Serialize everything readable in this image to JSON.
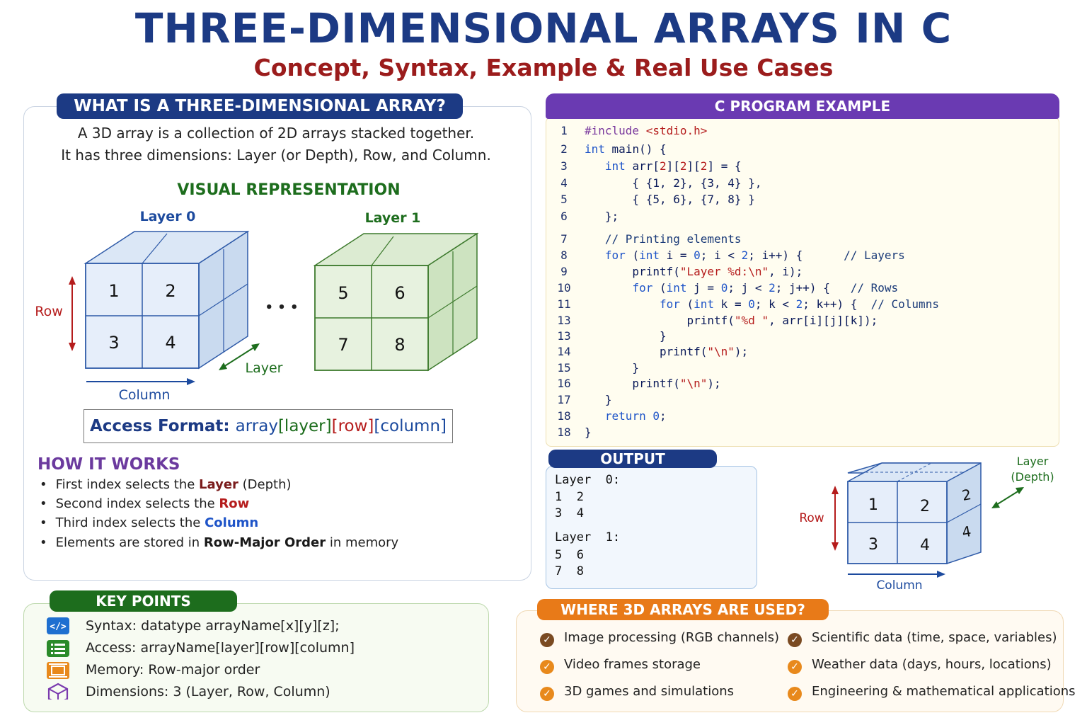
{
  "header": {
    "title": "THREE-DIMENSIONAL ARRAYS IN C",
    "subtitle": "Concept, Syntax, Example & Real Use Cases"
  },
  "what_section": {
    "banner": "WHAT IS A THREE-DIMENSIONAL ARRAY?",
    "intro_line_1": "A 3D array is a collection of 2D arrays stacked together.",
    "intro_line_2": "It has three dimensions: Layer (or Depth), Row, and Column.",
    "visual_heading": "VISUAL REPRESENTATION",
    "layer0_label": "Layer 0",
    "layer1_label": "Layer 1",
    "layer0_values": [
      "1",
      "2",
      "3",
      "4"
    ],
    "layer1_values": [
      "5",
      "6",
      "7",
      "8"
    ],
    "ellipsis": "• • •",
    "row_label": "Row",
    "column_label": "Column",
    "layer_label": "Layer",
    "access_prefix": "Access Format:",
    "access_array": "array",
    "access_layer": "[layer]",
    "access_row": "[row]",
    "access_column": "[column]"
  },
  "how_it_works": {
    "heading": "HOW IT WORKS",
    "items": [
      {
        "pre": "First index selects the ",
        "em": "Layer",
        "post": " (Depth)"
      },
      {
        "pre": "Second index selects the ",
        "em": "Row",
        "post": ""
      },
      {
        "pre": "Third index selects the ",
        "em": "Column",
        "post": ""
      },
      {
        "pre": "Elements are stored in ",
        "em": "Row-Major Order",
        "post": " in memory"
      }
    ]
  },
  "key_points": {
    "banner": "KEY POINTS",
    "items": [
      {
        "icon": "code-icon",
        "text": "Syntax: datatype arrayName[x][y][z];"
      },
      {
        "icon": "list-icon",
        "text": "Access: arrayName[layer][row][column]"
      },
      {
        "icon": "memory-chip-icon",
        "text": "Memory: Row-major order"
      },
      {
        "icon": "cube-icon",
        "text": "Dimensions: 3 (Layer, Row, Column)"
      }
    ]
  },
  "code_section": {
    "banner": "C PROGRAM EXAMPLE",
    "line_numbers": [
      "1",
      "2",
      "3",
      "4",
      "5",
      "6",
      "7",
      "8",
      "9",
      "10",
      "11",
      "13",
      "13",
      "14",
      "15",
      "16",
      "17",
      "18",
      "18"
    ]
  },
  "output_section": {
    "banner": "OUTPUT",
    "lines": [
      "Layer  0:",
      "1  2",
      "3  4",
      "",
      "Layer  1:",
      "5  6",
      "7  8"
    ]
  },
  "cube_diagram": {
    "front_values": [
      "1",
      "2",
      "3",
      "4"
    ],
    "side_values": [
      "2",
      "4"
    ],
    "row_label": "Row",
    "column_label": "Column",
    "layer_label_1": "Layer",
    "layer_label_2": "(Depth)"
  },
  "uses_section": {
    "banner": "WHERE 3D ARRAYS ARE USED?",
    "left": [
      "Image processing (RGB channels)",
      "Video frames storage",
      "3D games and simulations"
    ],
    "right": [
      "Scientific data (time, space, variables)",
      "Weather data (days, hours, locations)",
      "Engineering & mathematical applications"
    ]
  },
  "colors": {
    "navy": "#1c3a84",
    "maroon": "#9b1c1c",
    "green": "#1d6d1d",
    "purple": "#6a3ab2",
    "orange": "#e87a18"
  }
}
